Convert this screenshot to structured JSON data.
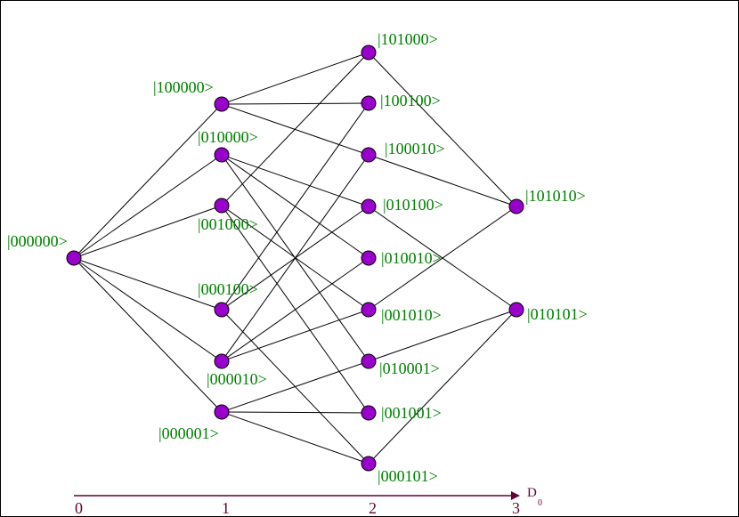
{
  "colors": {
    "node_fill": "#9900cc",
    "node_stroke": "#000000",
    "edge": "#000000",
    "label": "#008000",
    "axis": "#660033"
  },
  "nodes": [
    {
      "id": "n000000",
      "label": "|000000>"
    },
    {
      "id": "n100000",
      "label": "|100000>"
    },
    {
      "id": "n010000",
      "label": "|010000>"
    },
    {
      "id": "n001000",
      "label": "|001000>"
    },
    {
      "id": "n000100",
      "label": "|000100>"
    },
    {
      "id": "n000010",
      "label": "|000010>"
    },
    {
      "id": "n000001",
      "label": "|000001>"
    },
    {
      "id": "n101000",
      "label": "|101000>"
    },
    {
      "id": "n100100",
      "label": "|100100>"
    },
    {
      "id": "n100010",
      "label": "|100010>"
    },
    {
      "id": "n010100",
      "label": "|010100>"
    },
    {
      "id": "n010010",
      "label": "|010010>"
    },
    {
      "id": "n001010",
      "label": "|001010>"
    },
    {
      "id": "n010001",
      "label": "|010001>"
    },
    {
      "id": "n001001",
      "label": "|001001>"
    },
    {
      "id": "n000101",
      "label": "|000101>"
    },
    {
      "id": "n101010",
      "label": "|101010>"
    },
    {
      "id": "n010101",
      "label": "|010101>"
    }
  ],
  "edges": [
    [
      "n000000",
      "n100000"
    ],
    [
      "n000000",
      "n010000"
    ],
    [
      "n000000",
      "n001000"
    ],
    [
      "n000000",
      "n000100"
    ],
    [
      "n000000",
      "n000010"
    ],
    [
      "n000000",
      "n000001"
    ],
    [
      "n100000",
      "n101000"
    ],
    [
      "n100000",
      "n100100"
    ],
    [
      "n100000",
      "n100010"
    ],
    [
      "n010000",
      "n010100"
    ],
    [
      "n010000",
      "n010010"
    ],
    [
      "n010000",
      "n010001"
    ],
    [
      "n001000",
      "n101000"
    ],
    [
      "n001000",
      "n001010"
    ],
    [
      "n001000",
      "n001001"
    ],
    [
      "n000100",
      "n100100"
    ],
    [
      "n000100",
      "n010100"
    ],
    [
      "n000100",
      "n000101"
    ],
    [
      "n000010",
      "n100010"
    ],
    [
      "n000010",
      "n010010"
    ],
    [
      "n000010",
      "n001010"
    ],
    [
      "n000001",
      "n010001"
    ],
    [
      "n000001",
      "n001001"
    ],
    [
      "n000001",
      "n000101"
    ],
    [
      "n101000",
      "n101010"
    ],
    [
      "n100010",
      "n101010"
    ],
    [
      "n001010",
      "n101010"
    ],
    [
      "n010100",
      "n010101"
    ],
    [
      "n010001",
      "n010101"
    ],
    [
      "n000101",
      "n010101"
    ]
  ],
  "axis": {
    "title": "D",
    "subscript": "0",
    "ticks": [
      "0",
      "1",
      "2",
      "3"
    ]
  }
}
